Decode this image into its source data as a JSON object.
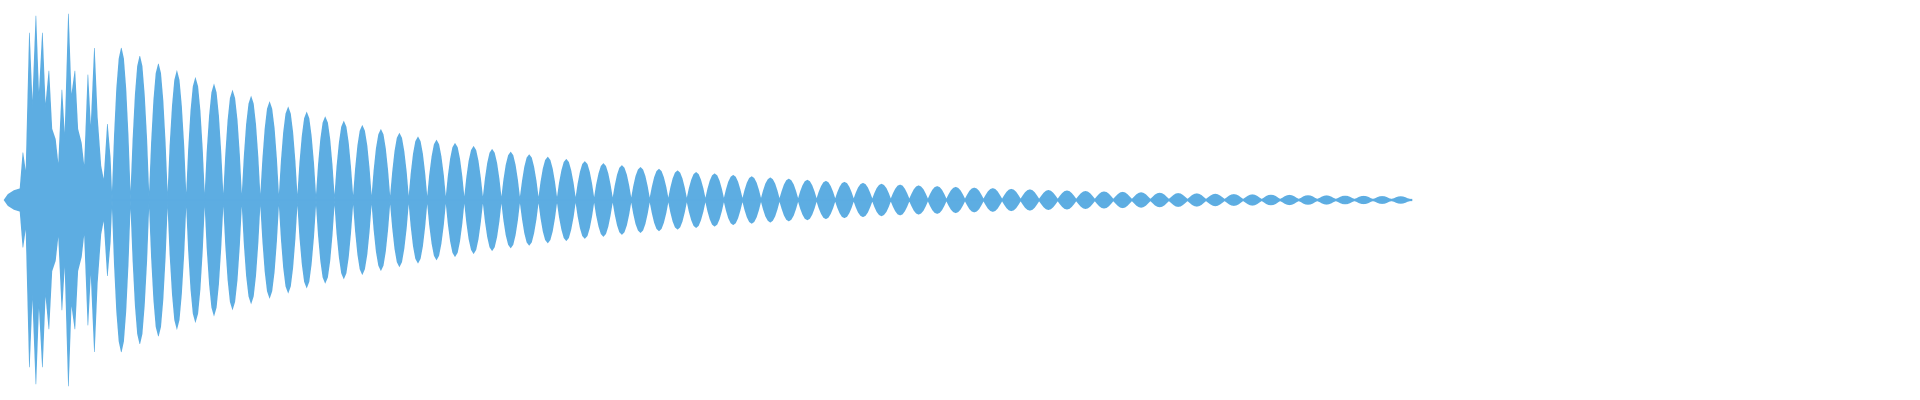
{
  "waveform": {
    "color": "#5dade2",
    "background": "#ffffff",
    "shape": "decaying oscillation (kick-drum style), fades to near silence",
    "attack_peaks": [
      0.25,
      0.88,
      0.97,
      0.88,
      0.68,
      0.32,
      0.58,
      0.98,
      0.68,
      0.3,
      0.66,
      0.8,
      0.18,
      0.4
    ],
    "decay_start_amplitude": 0.8,
    "decay_cycles": 70,
    "decay_rate": 0.055,
    "tail_floor": 0.012
  }
}
